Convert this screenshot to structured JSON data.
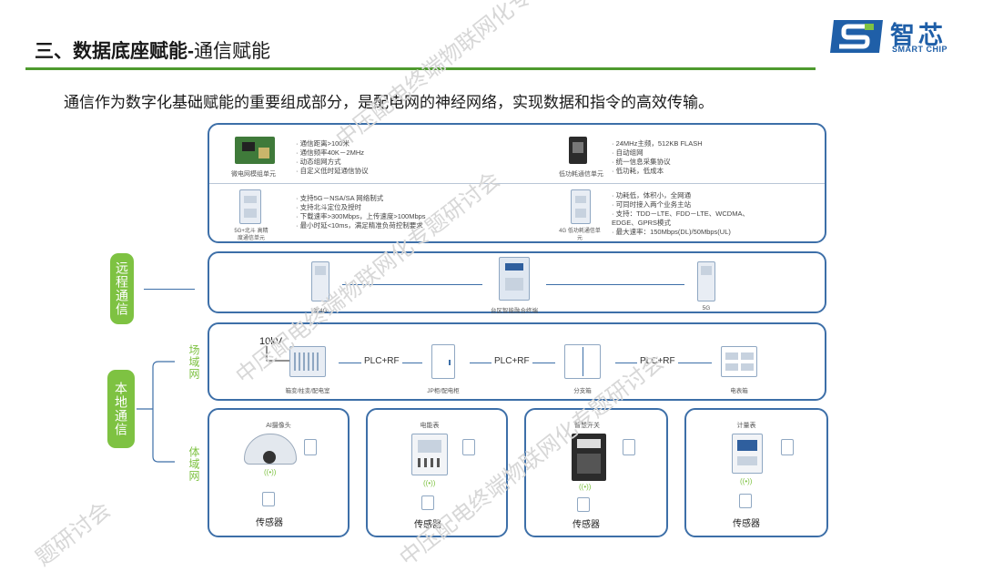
{
  "header": {
    "title_bold": "三、数据底座赋能-",
    "title_normal": "通信赋能"
  },
  "logo": {
    "cn": "智芯",
    "en": "SMART CHIP"
  },
  "intro": "通信作为数字化基础赋能的重要组成部分，是配电网的神经网络，实现数据和指令的高效传输。",
  "modules": [
    {
      "label": "微电网模组单元",
      "specs": [
        "· 通信距离>100米",
        "· 通信频率40K－2MHz",
        "· 动态组网方式",
        "· 自定义低时延通信协议"
      ]
    },
    {
      "label": "低功耗通信单元",
      "specs": [
        "· 24MHz主频，512KB FLASH",
        "· 自动组网",
        "· 统一信息采集协议",
        "· 低功耗，低成本"
      ]
    },
    {
      "label": "5G+北斗 高精度通信单元",
      "specs": [
        "· 支持5G－NSA/SA 网络制式",
        "· 支持北斗定位及授时",
        "· 下载速率>300Mbps，上传速度>100Mbps",
        "· 最小时延<10ms，满足精准负荷控制要求"
      ]
    },
    {
      "label": "4G 低功耗通信单元",
      "specs": [
        "· 功耗低，体积小，全网通",
        "· 可同时接入两个业务主站",
        "· 支持：TDD－LTE、FDD－LTE、WCDMA、",
        "  EDGE、GPRS模式",
        "· 最大速率：150Mbps(DL)/50Mbps(UL)"
      ]
    }
  ],
  "remote": {
    "pill": "远程通信",
    "devices": [
      "宽4G",
      "台区智能融合终端",
      "5G"
    ]
  },
  "local": {
    "pill": "本地通信",
    "field_label": "场域网",
    "body_label": "体域网",
    "voltage": "10kV",
    "field_devices": [
      "箱变/柱变/配电室",
      "JP柜/配电柜",
      "分支箱",
      "电表箱"
    ],
    "plc_labels": [
      "PLC+RF",
      "PLC+RF",
      "PLC+RF"
    ],
    "body_devices": [
      {
        "name": "AI摄像头",
        "sensor": "传感器"
      },
      {
        "name": "电能表",
        "sensor": "传感器"
      },
      {
        "name": "智慧开关",
        "sensor": "传感器"
      },
      {
        "name": "计量表",
        "sensor": "传感器"
      }
    ]
  },
  "watermarks": [
    "中压配电终端物联网化专题研讨会",
    "题研讨会",
    "中压配电终端物联网化专题研讨会",
    "中压配电终端物联网化专题研讨会"
  ],
  "colors": {
    "accent_green": "#7ec242",
    "rule_green": "#4e9a2e",
    "box_blue": "#3d6fa8",
    "brand_blue": "#1f5fa8"
  }
}
